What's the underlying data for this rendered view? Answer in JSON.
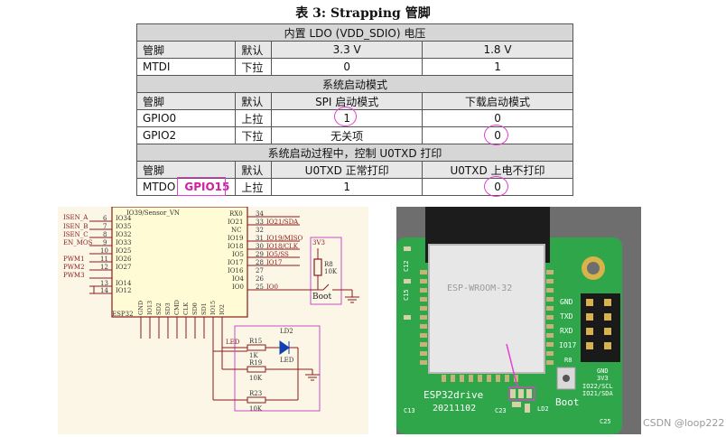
{
  "title": "表 3: Strapping 管脚",
  "ldo": {
    "section": "内置 LDO (VDD_SDIO) 电压",
    "head": [
      "管脚",
      "默认",
      "3.3 V",
      "1.8 V"
    ],
    "rows": [
      [
        "MTDI",
        "下拉",
        "0",
        "1"
      ]
    ]
  },
  "boot": {
    "section": "系统启动模式",
    "head": [
      "管脚",
      "默认",
      "SPI 启动模式",
      "下载启动模式"
    ],
    "rows": [
      [
        "GPIO0",
        "上拉",
        "1",
        "0"
      ],
      [
        "GPIO2",
        "下拉",
        "无关项",
        "0"
      ]
    ]
  },
  "uart": {
    "section": "系统启动过程中，控制 U0TXD 打印",
    "head": [
      "管脚",
      "默认",
      "U0TXD 正常打印",
      "U0TXD 上电不打印"
    ],
    "row": {
      "pin": "MTDO",
      "alias": "GPIO15",
      "default": "上拉",
      "normal": "1",
      "quiet": "0"
    }
  },
  "schematic": {
    "nets": [
      "ISEN_A",
      "ISEN_B",
      "ISEN_C",
      "EN_MOS",
      "PWM1",
      "PWM2",
      "PWM3"
    ],
    "left_pins": [
      {
        "num": "6",
        "name": "IO34"
      },
      {
        "num": "7",
        "name": "IO35"
      },
      {
        "num": "8",
        "name": "IO32"
      },
      {
        "num": "9",
        "name": "IO33"
      },
      {
        "num": "10",
        "name": "IO25"
      },
      {
        "num": "11",
        "name": "IO26"
      },
      {
        "num": "12",
        "name": "IO27"
      },
      {
        "num": "13",
        "name": "IO14"
      },
      {
        "num": "14",
        "name": "IO12"
      }
    ],
    "top_left_label": "IO39/Sensor_VN",
    "right_pins": [
      {
        "name": "RX0",
        "num": "34"
      },
      {
        "name": "IO21",
        "num": "33",
        "net": "IO21/SDA"
      },
      {
        "name": "NC",
        "num": "32"
      },
      {
        "name": "IO19",
        "num": "31",
        "net": "IO19/MISO"
      },
      {
        "name": "IO18",
        "num": "30",
        "net": "IO18/CLK"
      },
      {
        "name": "IO5",
        "num": "29",
        "net": "IO5/SS"
      },
      {
        "name": "IO17",
        "num": "28",
        "net": "IO17"
      },
      {
        "name": "IO16",
        "num": "27"
      },
      {
        "name": "IO4",
        "num": "26"
      },
      {
        "name": "IO0",
        "num": "25",
        "net": "IO0"
      }
    ],
    "bottom_pins": [
      "GND",
      "IO13",
      "SD2",
      "SD3",
      "CMD",
      "CLK",
      "SD0",
      "SD1",
      "IO15",
      "IO2"
    ],
    "chip_label": "ESP32",
    "power": "3V3",
    "r8": {
      "ref": "R8",
      "value": "10K"
    },
    "boot_label": "Boot",
    "led_net": "LED",
    "r15": {
      "ref": "R15",
      "value": "1K"
    },
    "led_ref": "LD2",
    "led_label": "LED",
    "r19": {
      "ref": "R19",
      "value": "10K"
    },
    "r23": {
      "ref": "R23",
      "value": "10K"
    }
  },
  "pcb": {
    "module": "ESP-WROOM-32",
    "header": [
      "GND",
      "TXD",
      "RXD",
      "IO17"
    ],
    "right_labels": [
      "GND",
      "3V3",
      "IO22/SCL",
      "IO21/SDA"
    ],
    "board_name": "ESP32drive",
    "board_date": "20211102",
    "boot_label": "Boot",
    "refs": {
      "c13": "C13",
      "c23": "C23",
      "ld2": "LD2",
      "c25": "C25",
      "r8": "R8",
      "c12": "C12",
      "c15": "C15"
    }
  },
  "watermark": "CSDN @loop222",
  "colors": {
    "highlight": "#e23fd0",
    "gpio15": "#d21ea0",
    "schematic_net": "#8b1a1a",
    "pcb_green": "#2fa64a",
    "pcb_silk": "#ffffff"
  }
}
